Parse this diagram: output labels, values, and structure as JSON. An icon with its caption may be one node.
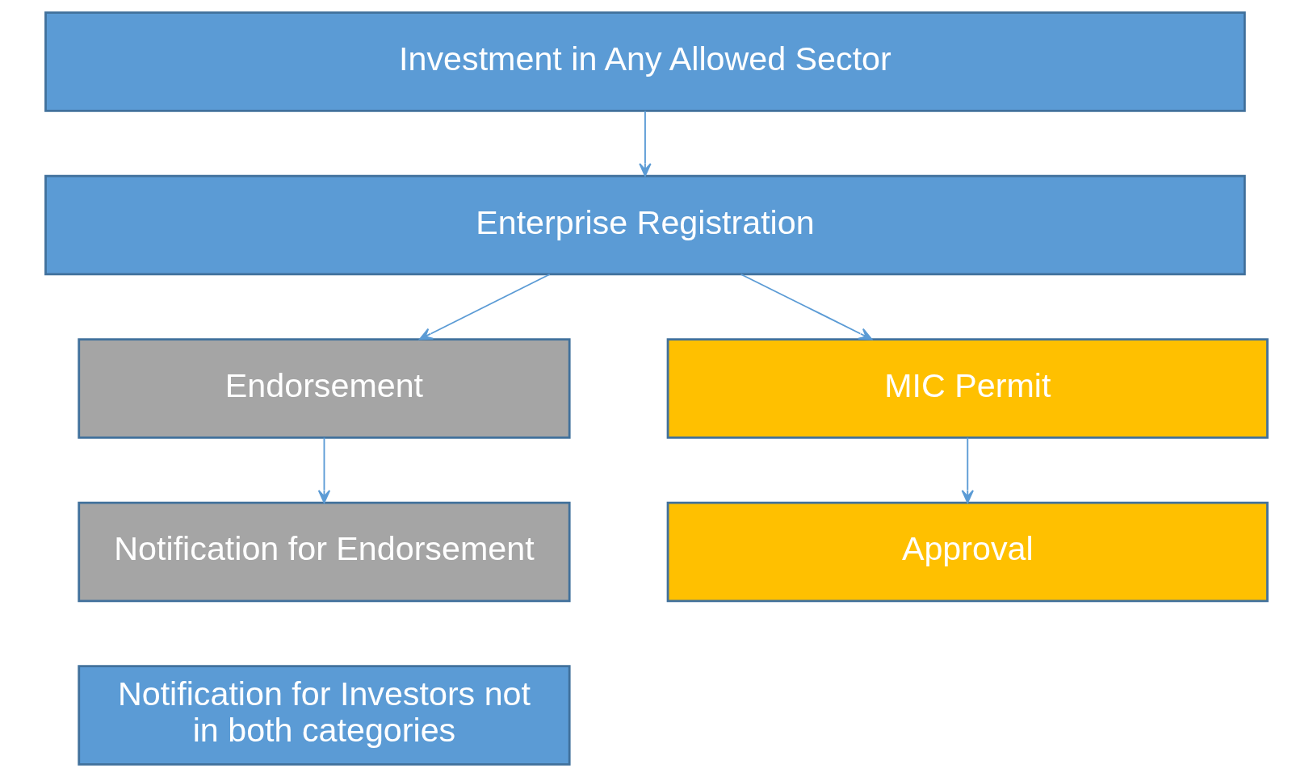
{
  "diagram": {
    "nodes": [
      {
        "text": [
          "Investment in Any Allowed Sector"
        ]
      },
      {
        "text": [
          "Enterprise Registration"
        ]
      },
      {
        "text": [
          "Endorsement"
        ]
      },
      {
        "text": [
          "MIC Permit"
        ]
      },
      {
        "text": [
          "Notification for Endorsement"
        ]
      },
      {
        "text": [
          "Approval"
        ]
      },
      {
        "text": [
          "Notification for Investors not in both categories"
        ]
      }
    ],
    "edges": [
      {
        "from": 0,
        "to": 1,
        "arrow": "to"
      },
      {
        "from": 1,
        "to": 2,
        "arrow": "to"
      },
      {
        "from": 1,
        "to": 3,
        "arrow": "to"
      },
      {
        "from": 2,
        "to": 4,
        "arrow": "to"
      },
      {
        "from": 3,
        "to": 5,
        "arrow": "to"
      }
    ]
  }
}
